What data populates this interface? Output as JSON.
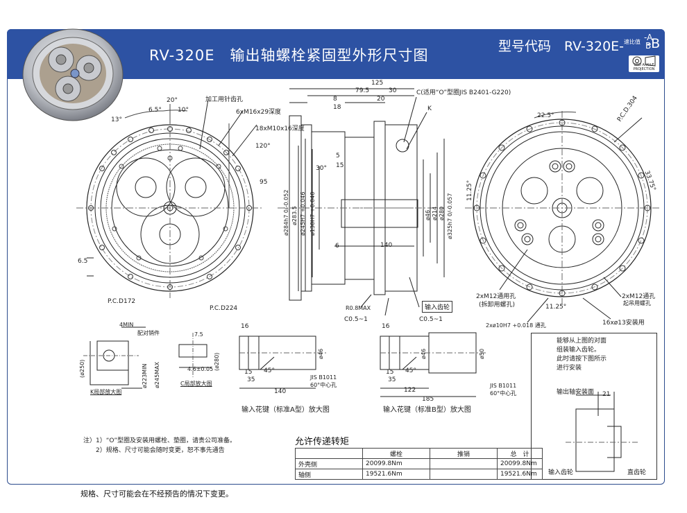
{
  "header": {
    "title": "RV-320E　输出轴螺栓紧固型外形尺寸图",
    "model_label": "型号代码　RV-320E-",
    "ratio_sup": "速比值",
    "code_a": "A",
    "code_b": "B",
    "code_sep": "-",
    "code_end": "-B",
    "projection": "3RD ANGLE PROJECTION"
  },
  "front_view": {
    "labels": {
      "pin_hole": "加工用针齿孔",
      "tap_m16": "6xM16x29深度",
      "tap_m10": "18xM10x16深度",
      "ang13": "13°",
      "ang20": "20°",
      "ang65": "6.5°",
      "ang10": "10°",
      "ang120": "120°",
      "dim95": "95",
      "dim65": "6.5",
      "pcd172": "P.C.D172",
      "pcd224": "P.C.D224"
    }
  },
  "side_view": {
    "labels": {
      "dim125": "125",
      "dim795": "79.5",
      "dim30": "30",
      "dim8": "8",
      "dim18": "18",
      "dim20": "20",
      "dim5": "5",
      "dim15": "15",
      "ang30": "30°",
      "dim6": "6",
      "dim140": "140",
      "d284": "ø284h7 0/-0.052",
      "d2835": "ø283.5",
      "d245": "ø245H7 +0.046",
      "d130": "ø130H7 +0.040",
      "d46": "ø46",
      "d214": "ø214",
      "d280": "ø280",
      "d325": "ø325h7 0/-0.057",
      "oring": "C(适用“O”型圈JIS B2401-G220)",
      "k": "K",
      "r08": "R0.8MAX",
      "c05a": "C0.5~1",
      "c05b": "C0.5~1",
      "input_gear": "输入齿轮"
    }
  },
  "rear_view": {
    "labels": {
      "ang225": "22.5°",
      "pcd304": "P.C.D.304",
      "ang3375": "33.75°",
      "ang1125a": "11.25°",
      "ang1125b": "11.25°",
      "m12a": "2xM12通用孔",
      "m12a2": "(拆卸用螺孔)",
      "m12b": "2xM12通孔",
      "m12b2": "起吊用螺孔",
      "pin10": "2xø10H7 +0.018 通孔",
      "holes13": "16xø13安装用"
    }
  },
  "k_detail": {
    "labels": {
      "min4": "4MIN",
      "pin": "配对销件",
      "d250": "(ø250)",
      "d223": "ø223MIN",
      "d245": "ø245MAX",
      "title": "K局部放大图"
    }
  },
  "c_detail": {
    "labels": {
      "dim75": "7.5",
      "dim46": "4.6±0.05",
      "d280": "(ø280)",
      "title": "C局部放大图"
    }
  },
  "spline_a": {
    "labels": {
      "dim16": "16",
      "dim15": "15",
      "dim35": "35",
      "ang45": "45°",
      "d46": "ø46",
      "dim140": "140",
      "jis": "JIS B1011",
      "center": "60°中心孔",
      "title": "输入花键（标准A型）放大图"
    }
  },
  "spline_b": {
    "labels": {
      "dim16": "16",
      "dim15": "15",
      "dim35": "35",
      "ang45": "45°",
      "d46": "ø46",
      "d50": "ø50",
      "dim122": "122",
      "dim185": "185",
      "jis": "JIS B1011",
      "center": "60°中心孔",
      "title": "输入花键（标准B型）放大图"
    }
  },
  "inset": {
    "text1": "能够从上图的对面",
    "text2": "组装输入齿轮。",
    "text3": "此时请按下图所示",
    "text4": "进行安装",
    "shaft_label": "输出轴安装面",
    "dim21": "21",
    "input_gear": "输入齿轮",
    "spur_gear": "直齿轮"
  },
  "notes": {
    "line1": "注）1）“O”型圈及安装用螺栓、垫圈，请贵公司准备。",
    "line2": "2）规格、尺寸可能会随时变更，恕不事先通告"
  },
  "torque": {
    "title": "允许传递转矩",
    "headers": [
      "",
      "螺栓",
      "推销",
      "总　计"
    ],
    "rows": [
      [
        "外壳侧",
        "20099.8Nm",
        "",
        "20099.8Nm"
      ],
      [
        "轴侧",
        "19521.6Nm",
        "",
        "19521.6Nm"
      ]
    ]
  },
  "footer": "规格、尺寸可能会在不经预告的情况下变更。"
}
